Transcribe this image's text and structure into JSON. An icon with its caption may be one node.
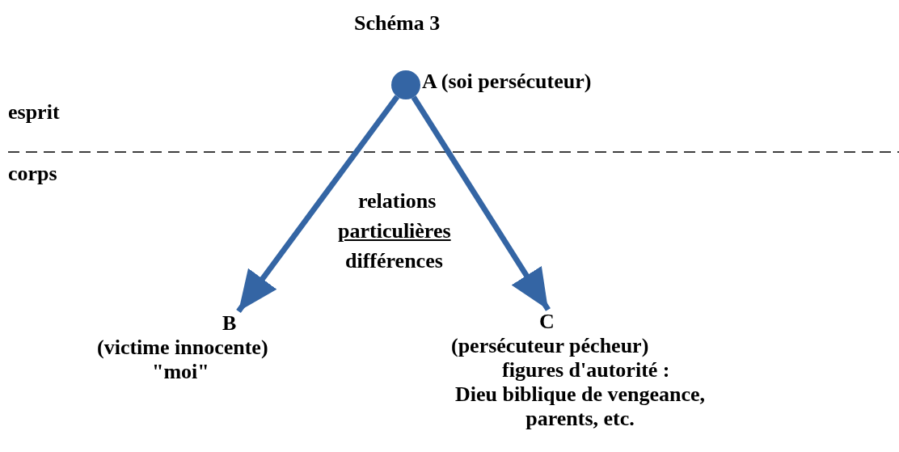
{
  "diagram": {
    "title": "Schéma 3",
    "nodes": [
      {
        "text": [],
        "shape": "circle",
        "beside": [
          "A (soi persécuteur)"
        ]
      },
      {
        "text": [
          "B",
          "(victime innocente)",
          "\"moi\""
        ]
      },
      {
        "text": [
          "C",
          "(persécuteur pécheur)",
          "figures d'autorité :",
          "Dieu biblique de vengeance, parents, etc."
        ]
      }
    ],
    "edges": [
      {
        "from": 0,
        "to": 1,
        "arrow": "to"
      },
      {
        "from": 0,
        "to": 2,
        "arrow": "to"
      }
    ],
    "labels": [
      "esprit",
      "corps",
      "relations",
      "particulières",
      "différences"
    ]
  }
}
